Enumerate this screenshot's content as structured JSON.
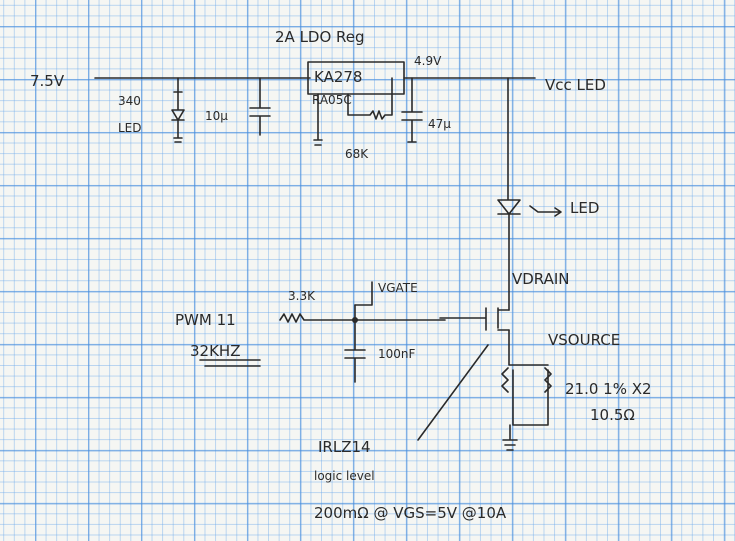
{
  "title": "2A LDO Reg",
  "labels": {
    "vin": "7.5V",
    "r_led": "340",
    "led_indicator": "LED",
    "c_in": "10µ",
    "reg_part1": "KA278",
    "reg_part2": "RA05C",
    "vout": "4.9V",
    "vcc_led": "Vcc LED",
    "c_out": "47µ",
    "r_adj": "68K",
    "led_load": "LED",
    "v_drain": "VDRAIN",
    "v_gate": "VGATE",
    "r_gate": "3.3K",
    "pwm": "PWM 11",
    "pwm_freq": "32KHZ",
    "c_gate": "100nF",
    "v_source": "VSOURCE",
    "r_sense": "21.0  1%  X2",
    "r_sense_total": "10.5Ω",
    "mosfet": "IRLZ14",
    "mosfet_note": "logic level",
    "mosfet_spec": "200mΩ @ VGS=5V @10A"
  },
  "colors": {
    "ink": "#2a2a2a",
    "grid": "#5a9be0",
    "paper": "#f5f6f3"
  }
}
